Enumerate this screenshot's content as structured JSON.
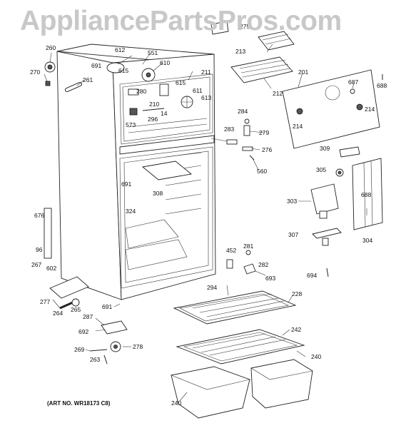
{
  "watermark": "AppliancePartsPros.com",
  "art_number": "(ART NO. WR18173 C8)",
  "callouts": {
    "c275": "275",
    "c213": "213",
    "c260": "260",
    "c270": "270",
    "c612": "612",
    "c551": "551",
    "c691a": "691",
    "c615a": "615",
    "c610": "610",
    "c261": "261",
    "c211": "211",
    "c615b": "615",
    "c212": "212",
    "c201": "201",
    "c687": "687",
    "c688a": "688",
    "c280": "280",
    "c611": "611",
    "c613": "613",
    "c210": "210",
    "c14": "14",
    "c573": "573",
    "c296": "296",
    "c284": "284",
    "c214a": "214",
    "c214b": "214",
    "c283": "283",
    "c279": "279",
    "c276": "276",
    "c560": "560",
    "c309": "309",
    "c305": "305",
    "c691b": "691",
    "c308": "308",
    "c324": "324",
    "c303": "303",
    "c688b": "688",
    "c676": "676",
    "c96": "96",
    "c267": "267",
    "c307": "307",
    "c304": "304",
    "c452": "452",
    "c281": "281",
    "c282": "282",
    "c602": "602",
    "c693": "693",
    "c694": "694",
    "c294": "294",
    "c277": "277",
    "c264": "264",
    "c265": "265",
    "c228": "228",
    "c691c": "691",
    "c287": "287",
    "c692": "692",
    "c242": "242",
    "c269": "269",
    "c278": "278",
    "c263": "263",
    "c240a": "240",
    "c240b": "240"
  }
}
